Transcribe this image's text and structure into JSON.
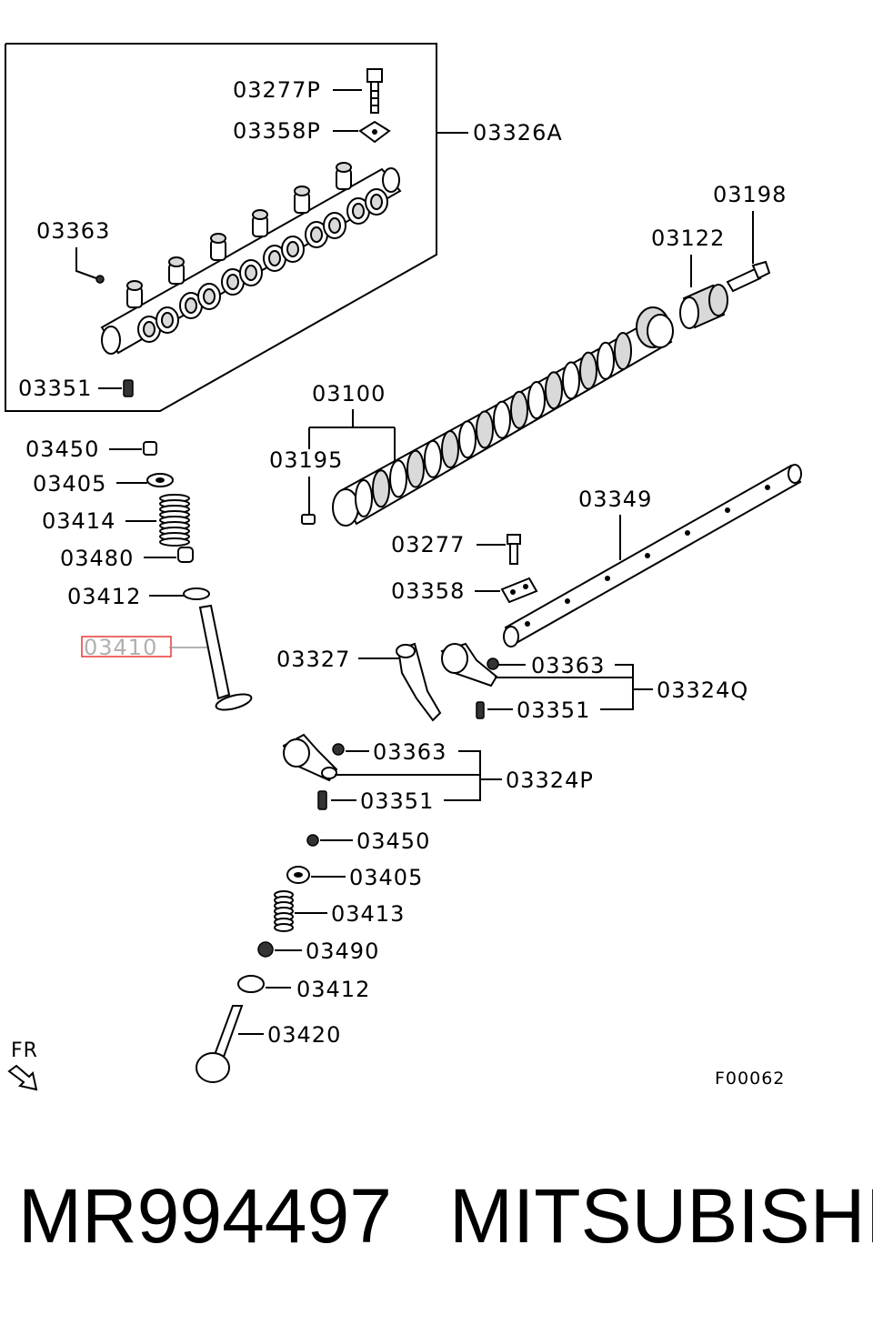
{
  "diagram": {
    "group_label": "03326A",
    "code": "F00062",
    "direction": "FR",
    "highlight_color": "#e53935",
    "labels": {
      "p03277P": "03277P",
      "p03358P": "03358P",
      "p03363_top": "03363",
      "p03351_top": "03351",
      "p03198": "03198",
      "p03122": "03122",
      "p03100": "03100",
      "p03195": "03195",
      "p03450_left": "03450",
      "p03405_left": "03405",
      "p03414": "03414",
      "p03480": "03480",
      "p03412_left": "03412",
      "p03410": "03410",
      "p03349": "03349",
      "p03277": "03277",
      "p03358": "03358",
      "p03327": "03327",
      "p03363_mid": "03363",
      "p03324Q": "03324Q",
      "p03351_mid": "03351",
      "p03363_low": "03363",
      "p03324P": "03324P",
      "p03351_low": "03351",
      "p03450_low": "03450",
      "p03405_low": "03405",
      "p03413": "03413",
      "p03490": "03490",
      "p03412_low": "03412",
      "p03420": "03420"
    }
  },
  "footer": {
    "part_number": "MR994497",
    "brand": "MITSUBISHI"
  }
}
